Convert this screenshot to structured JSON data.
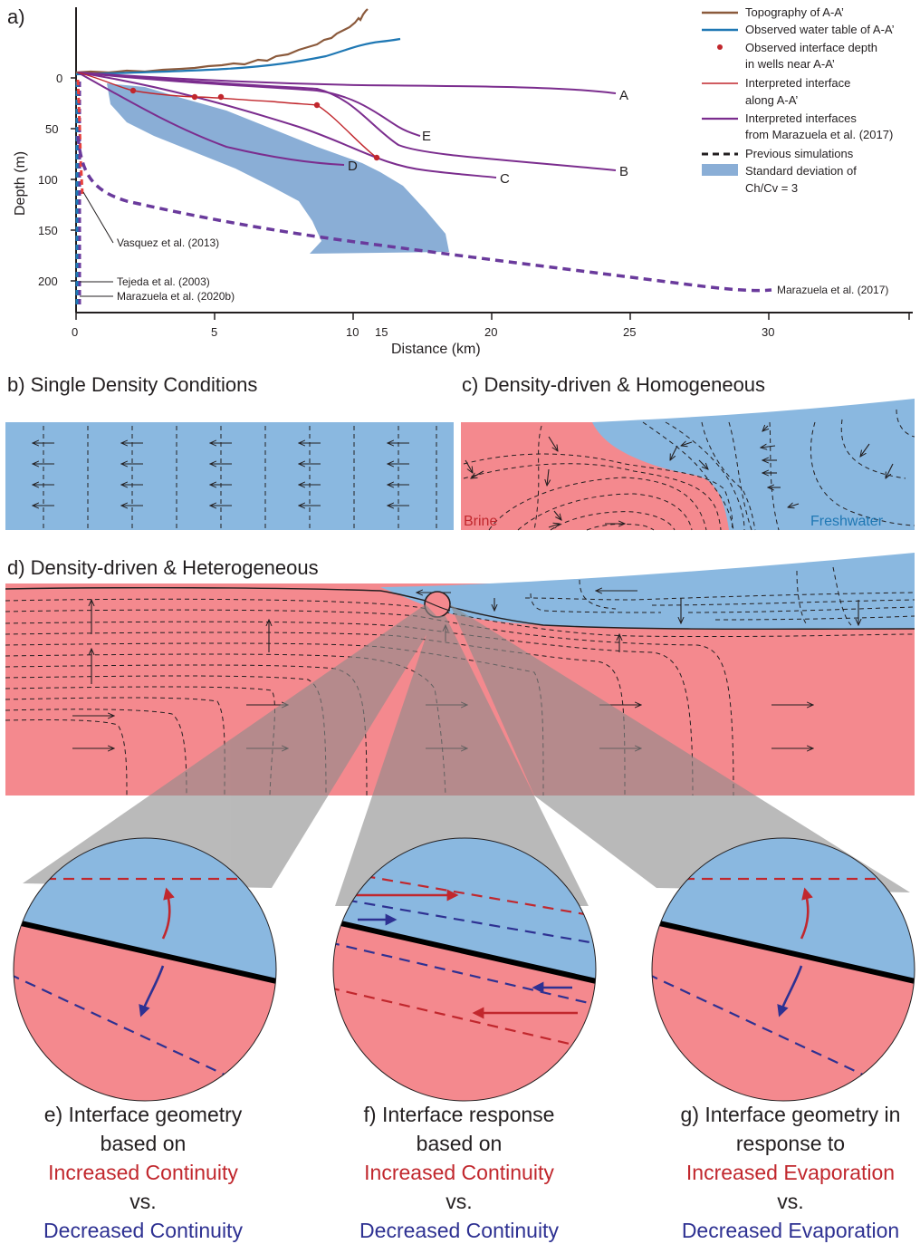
{
  "panels": {
    "a": "a)",
    "b": "b) Single Density Conditions",
    "c": "c) Density-driven & Homogeneous",
    "d": "d) Density-driven & Heterogeneous"
  },
  "axes": {
    "ylabel": "Depth (m)",
    "xlabel": "Distance (km)",
    "yticks": [
      "0",
      "50",
      "100",
      "150",
      "200"
    ],
    "xticks": [
      "0",
      "5",
      "10",
      "15",
      "20",
      "25",
      "30"
    ]
  },
  "legend": {
    "topo": "Topography of A-A’",
    "water": "Observed water table of A-A’",
    "obs1": "Observed interface depth",
    "obs2": "in wells near A-A’",
    "interp1": "Interpreted interface",
    "interp2": "along A-A’",
    "maraz1": "Interpreted interfaces",
    "maraz2": "from Marazuela et al. (2017)",
    "prev": "Previous simulations",
    "std1": "Standard deviation of",
    "std2": "Ch/Cv = 3"
  },
  "curve_labels": {
    "A": "A",
    "B": "B",
    "C": "C",
    "D": "D",
    "E": "E"
  },
  "annotations": {
    "vasquez": "Vasquez et al. (2013)",
    "tejeda": "Tejeda et al. (2003)",
    "maraz2020": "Marazuela et al. (2020b)",
    "maraz2017": "Marazuela et al. (2017)"
  },
  "panel_c_labels": {
    "brine": "Brine",
    "fresh": "Freshwater"
  },
  "captions": {
    "e": {
      "line1": "e) Interface geometry",
      "line2": "based on",
      "red": "Increased Continuity",
      "vs": "vs.",
      "blue": "Decreased Continuity"
    },
    "f": {
      "line1": "f) Interface response",
      "line2": "based on",
      "red": "Increased Continuity",
      "vs": "vs.",
      "blue": "Decreased Continuity"
    },
    "g": {
      "line1": "g) Interface geometry in",
      "line2": "response to",
      "red": "Increased Evaporation",
      "vs": "vs.",
      "blue": "Decreased Evaporation"
    }
  },
  "colors": {
    "fresh": "#8ab8e0",
    "brine": "#f4898e",
    "topo": "#8b5a3c",
    "water": "#1f78b4",
    "interface": "#c1272d",
    "marazuela": "#7b2d8e",
    "prev": "#6a3a9c",
    "stdband": "#8aaed6",
    "increase": "#c1272d",
    "decrease": "#2e3192",
    "cone": "#8c8c8c"
  }
}
